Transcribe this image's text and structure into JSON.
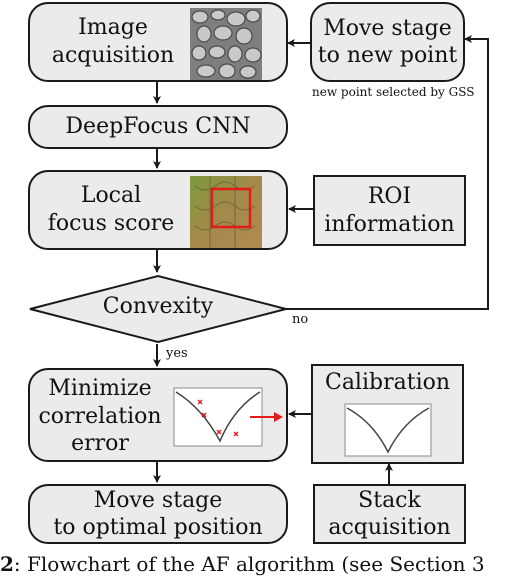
{
  "nodes": {
    "image_acquisition": "Image\nacquisition",
    "move_stage_new": "Move stage\nto new point",
    "deepfocus": "DeepFocus CNN",
    "local_focus": "Local\nfocus score",
    "roi": "ROI\ninformation",
    "convexity": "Convexity",
    "minimize": "Minimize\ncorrelation\nerror",
    "calibration": "Calibration",
    "move_optimal": "Move stage\nto optimal position",
    "stack": "Stack\nacquisition"
  },
  "labels": {
    "gss_note": "new point selected by GSS",
    "yes": "yes",
    "no": "no"
  },
  "caption": {
    "prefix": "2",
    "text": ": Flowchart of the AF algorithm (see Section 3"
  },
  "colors": {
    "box_fill": "#ebebeb",
    "stroke": "#1a1a1a",
    "roi_box": "#e31b1b",
    "fit_arrow": "#e31b1b"
  },
  "icons": {
    "sem_thumbnail": "grayscale-micrograph",
    "focus_map": "color-focus-map",
    "v_curve": "v-shaped-focus-curve"
  }
}
